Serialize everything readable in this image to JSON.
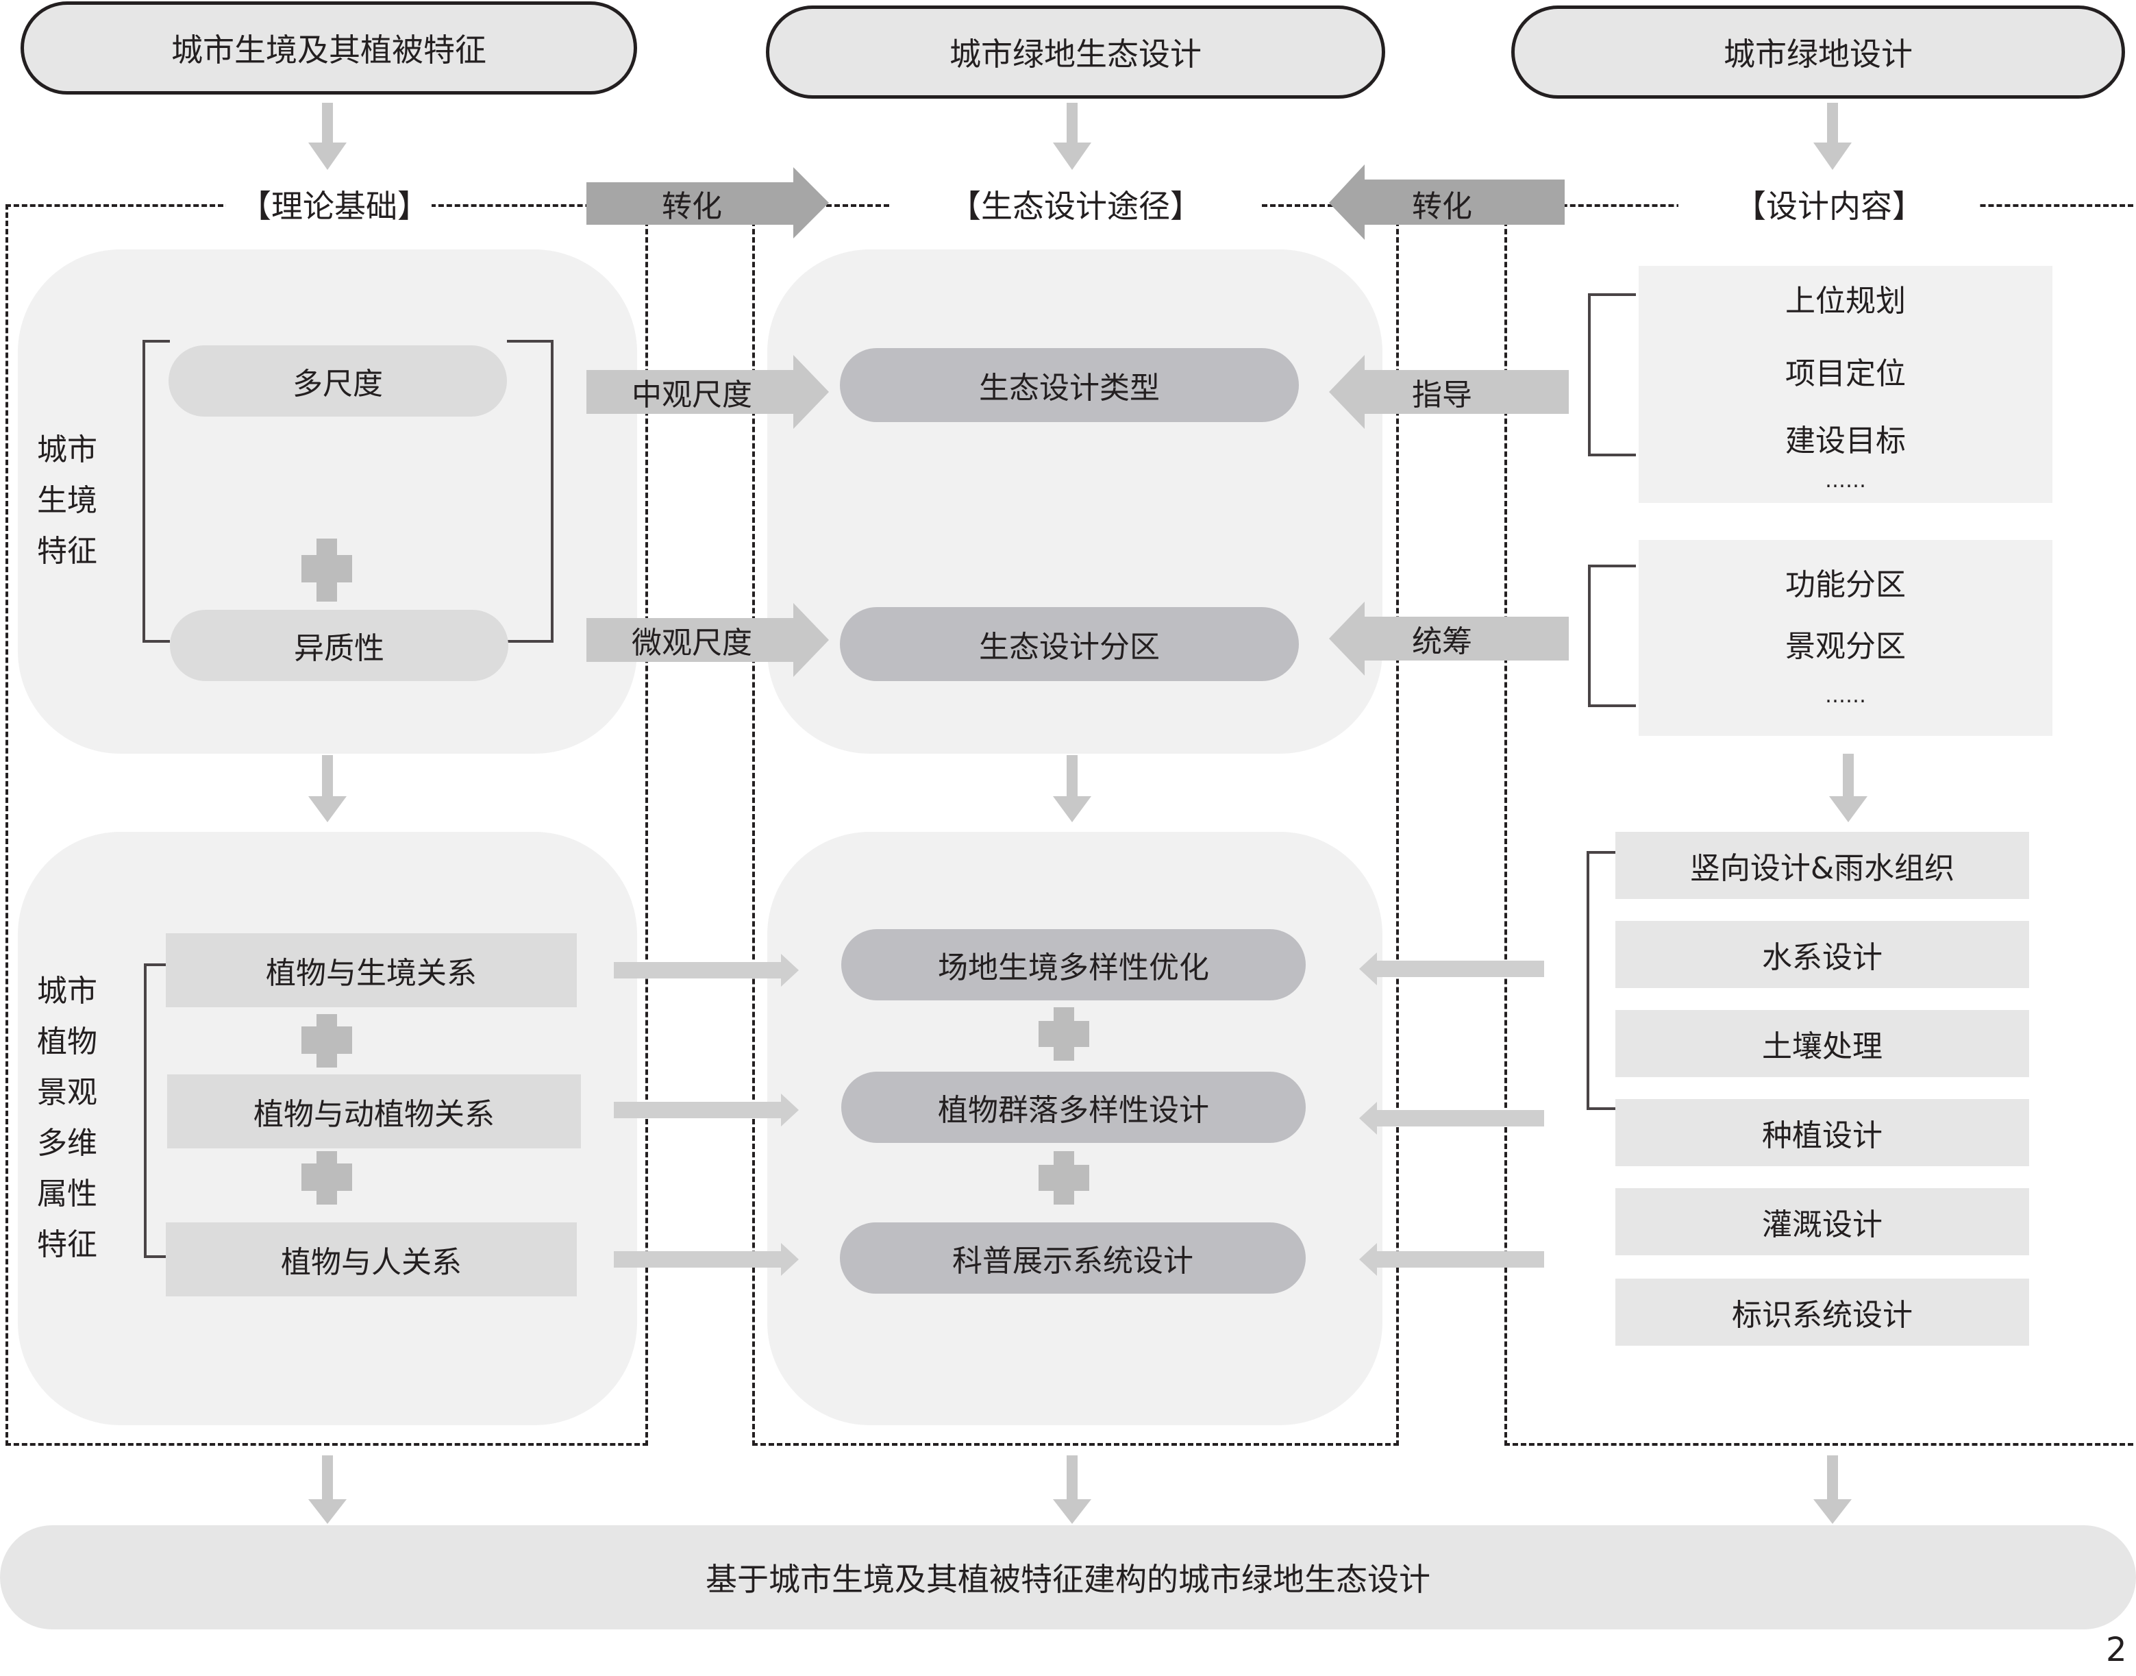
{
  "top": {
    "left_title": "城市生境及其植被特征",
    "center_title": "城市绿地生态设计",
    "right_title": "城市绿地设计"
  },
  "sections": {
    "left": "【理论基础】",
    "center": "【生态设计途径】",
    "right": "【设计内容】"
  },
  "transform_arrows": {
    "left_to_center": "转化",
    "right_to_center": "转化"
  },
  "left_upper": {
    "vertical_label": "城市生境特征",
    "items": [
      "多尺度",
      "异质性"
    ]
  },
  "left_lower": {
    "vertical_label": "城市植物景观多维属性特征",
    "items": [
      "植物与生境关系",
      "植物与动植物关系",
      "植物与人关系"
    ]
  },
  "mid_arrows": {
    "meso": "中观尺度",
    "micro": "微观尺度",
    "guide": "指导",
    "coordinate": "统筹"
  },
  "center_upper": {
    "items": [
      "生态设计类型",
      "生态设计分区"
    ]
  },
  "center_lower": {
    "items": [
      "场地生境多样性优化",
      "植物群落多样性设计",
      "科普展示系统设计"
    ]
  },
  "right_upper": {
    "group1": [
      "上位规划",
      "项目定位",
      "建设目标",
      "……"
    ],
    "group2": [
      "功能分区",
      "景观分区",
      "……"
    ]
  },
  "right_lower": {
    "items": [
      "竖向设计&雨水组织",
      "水系设计",
      "土壤处理",
      "种植设计",
      "灌溉设计",
      "标识系统设计"
    ]
  },
  "bottom": {
    "conclusion": "基于城市生境及其植被特征建构的城市绿地生态设计"
  },
  "page_number": "2",
  "colors": {
    "top_pill": "#e6e6e6",
    "panel": "#f1f1f1",
    "pill_light": "#dcdcdc",
    "pill_dark": "#bebec2",
    "transform_arrow": "#a6a6a6",
    "light_arrow": "#c8c8c8",
    "text": "#231f20"
  }
}
